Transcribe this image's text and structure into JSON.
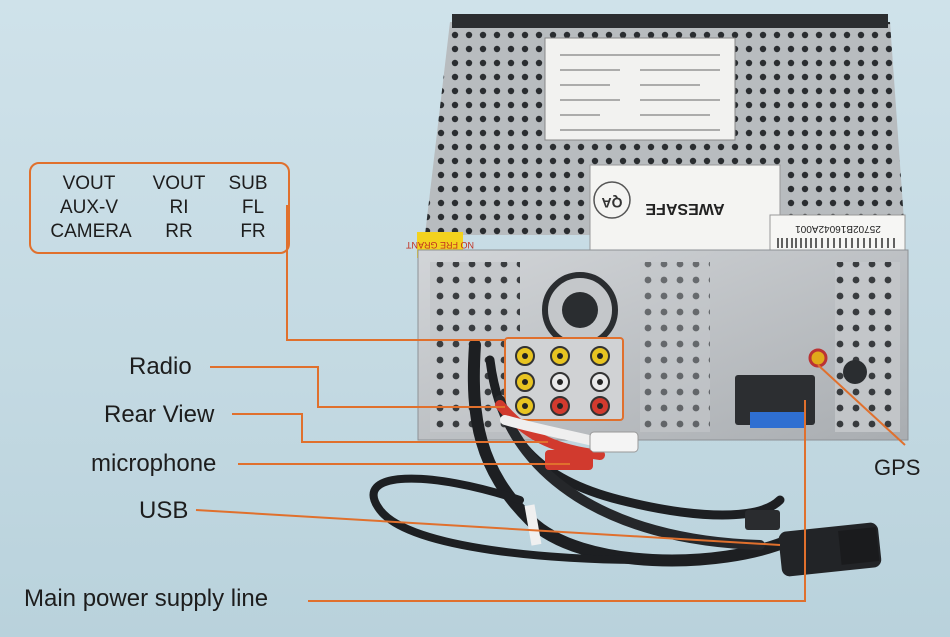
{
  "pin_labels": {
    "row1": [
      "VOUT",
      "VOUT",
      "SUB"
    ],
    "row2": [
      "AUX-V",
      "RI",
      "FL"
    ],
    "row3": [
      "CAMERA",
      "RR",
      "FR"
    ]
  },
  "callouts": {
    "radio": "Radio",
    "rear_view": "Rear View",
    "microphone": "microphone",
    "usb": "USB",
    "main_power": "Main power supply line",
    "gps": "GPS"
  },
  "device_text": {
    "brand": "AWESAFE",
    "serial": "25702B16042A001",
    "sticker": "NO FRE GRANT",
    "qa": "QA"
  },
  "colors": {
    "leader_line": "#e0702d",
    "background": "#c9dde6",
    "chassis": "#b9bcbf"
  }
}
